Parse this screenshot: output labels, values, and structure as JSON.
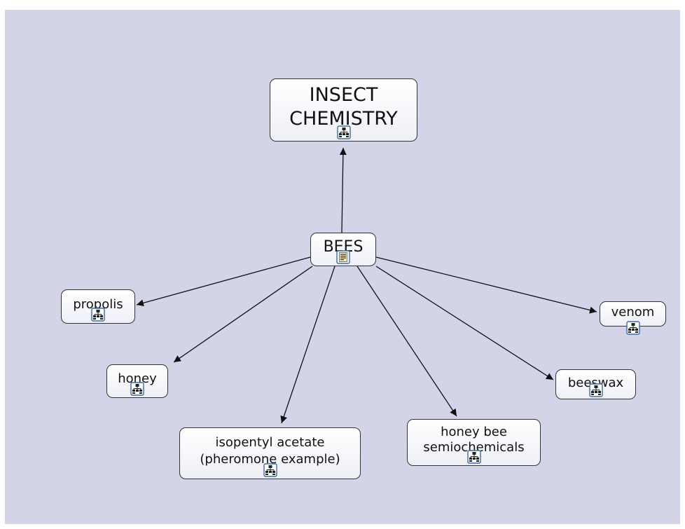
{
  "concept_map": {
    "nodes": {
      "insect_chemistry": {
        "label": "INSECT\nCHEMISTRY",
        "icon": "concept-map-icon"
      },
      "bees": {
        "label": "BEES",
        "icon": "document-icon"
      },
      "propolis": {
        "label": "propolis",
        "icon": "concept-map-icon"
      },
      "honey": {
        "label": "honey",
        "icon": "concept-map-icon"
      },
      "isopentyl_acetate": {
        "label": "isopentyl acetate\n(pheromone example)",
        "icon": "concept-map-icon"
      },
      "honey_bee_semiochemicals": {
        "label": "honey bee\nsemiochemicals",
        "icon": "concept-map-icon"
      },
      "beeswax": {
        "label": "beeswax",
        "icon": "concept-map-icon"
      },
      "venom": {
        "label": "venom",
        "icon": "concept-map-icon"
      }
    },
    "edges": [
      {
        "from": "bees",
        "to": "insect_chemistry"
      },
      {
        "from": "bees",
        "to": "propolis"
      },
      {
        "from": "bees",
        "to": "honey"
      },
      {
        "from": "bees",
        "to": "isopentyl_acetate"
      },
      {
        "from": "bees",
        "to": "honey_bee_semiochemicals"
      },
      {
        "from": "bees",
        "to": "beeswax"
      },
      {
        "from": "bees",
        "to": "venom"
      }
    ],
    "colors": {
      "background": "#d4d4e8",
      "node_fill": "#ffffff",
      "node_border": "#333333",
      "edge": "#111111",
      "icon_frame": "#3a6ab5"
    }
  }
}
